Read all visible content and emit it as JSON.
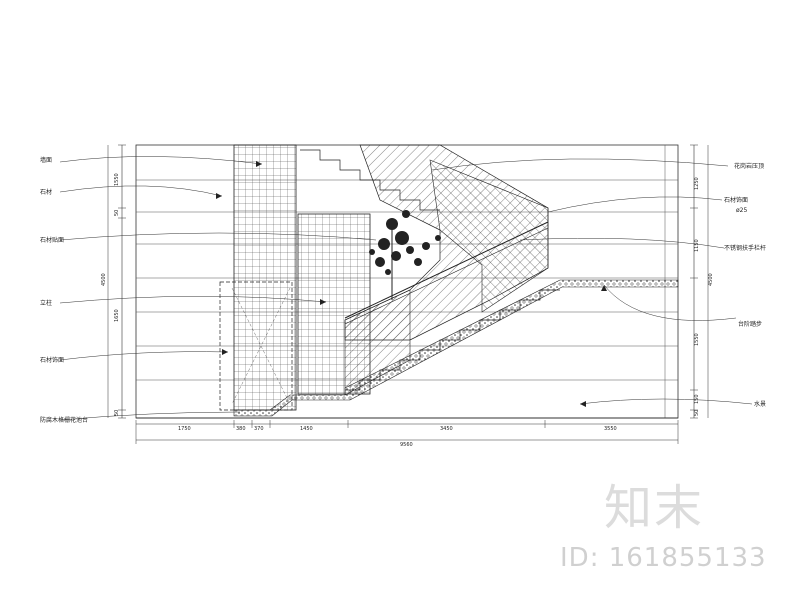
{
  "labels_left": [
    "墙面",
    "石材",
    "石材贴面",
    "立柱",
    "石材饰面",
    "防腐木格栅花池台"
  ],
  "labels_right": [
    "花岗岩压顶",
    "石材饰面",
    "ø25",
    "不锈钢扶手栏杆",
    "台阶踏步",
    "水景"
  ],
  "dims_bottom": [
    "1750",
    "380",
    "370",
    "1450",
    "3450",
    "3550"
  ],
  "dim_total": "9560",
  "dims_left": [
    "1550",
    "50",
    "1650",
    "50"
  ],
  "dim_left_total": "4500",
  "dims_right": [
    "1250",
    "1150",
    "1550",
    "150",
    "50"
  ],
  "dim_right_total": "4500",
  "watermark": {
    "logo": "知末",
    "id": "ID: 161855133"
  }
}
